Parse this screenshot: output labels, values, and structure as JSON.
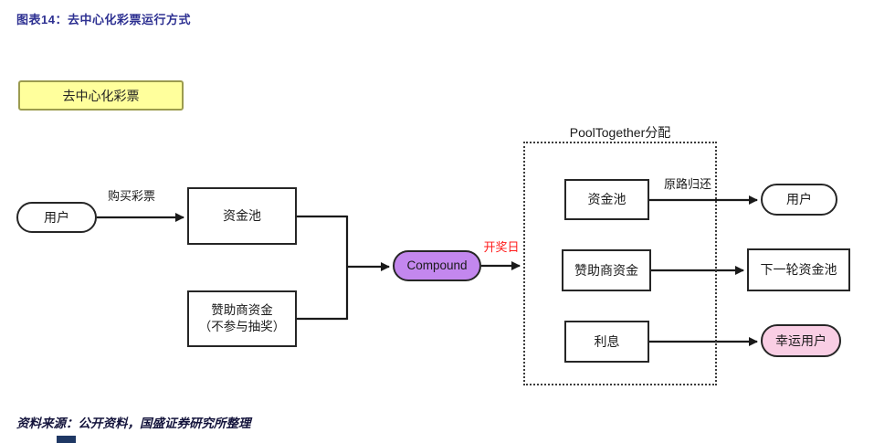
{
  "header": {
    "title": "图表14：去中心化彩票运行方式"
  },
  "legend": {
    "label": "去中心化彩票"
  },
  "diagram": {
    "nodes": {
      "user_left": "用户",
      "fund_pool_left": "资金池",
      "sponsor_fund_left": "赞助商资金\n（不参与抽奖）",
      "compound": "Compound",
      "group_title": "PoolTogether分配",
      "fund_pool_right": "资金池",
      "sponsor_fund_right": "赞助商资金",
      "interest": "利息",
      "user_right": "用户",
      "next_round_pool": "下一轮资金池",
      "lucky_user": "幸运用户"
    },
    "edge_labels": {
      "buy_lottery": "购买彩票",
      "draw_day": "开奖日",
      "return_original_route": "原路归还"
    }
  },
  "footer": {
    "source": "资料来源：公开资料，国盛证券研究所整理"
  },
  "colors": {
    "title_blue": "#2E3192",
    "legend_yellow": "#FFFF9C",
    "legend_border": "#9C9C4E",
    "compound_purple": "#C387EE",
    "lucky_pink": "#F9CEE4",
    "draw_day_red": "#FF1A1A",
    "line_black": "#1A1A1A"
  }
}
